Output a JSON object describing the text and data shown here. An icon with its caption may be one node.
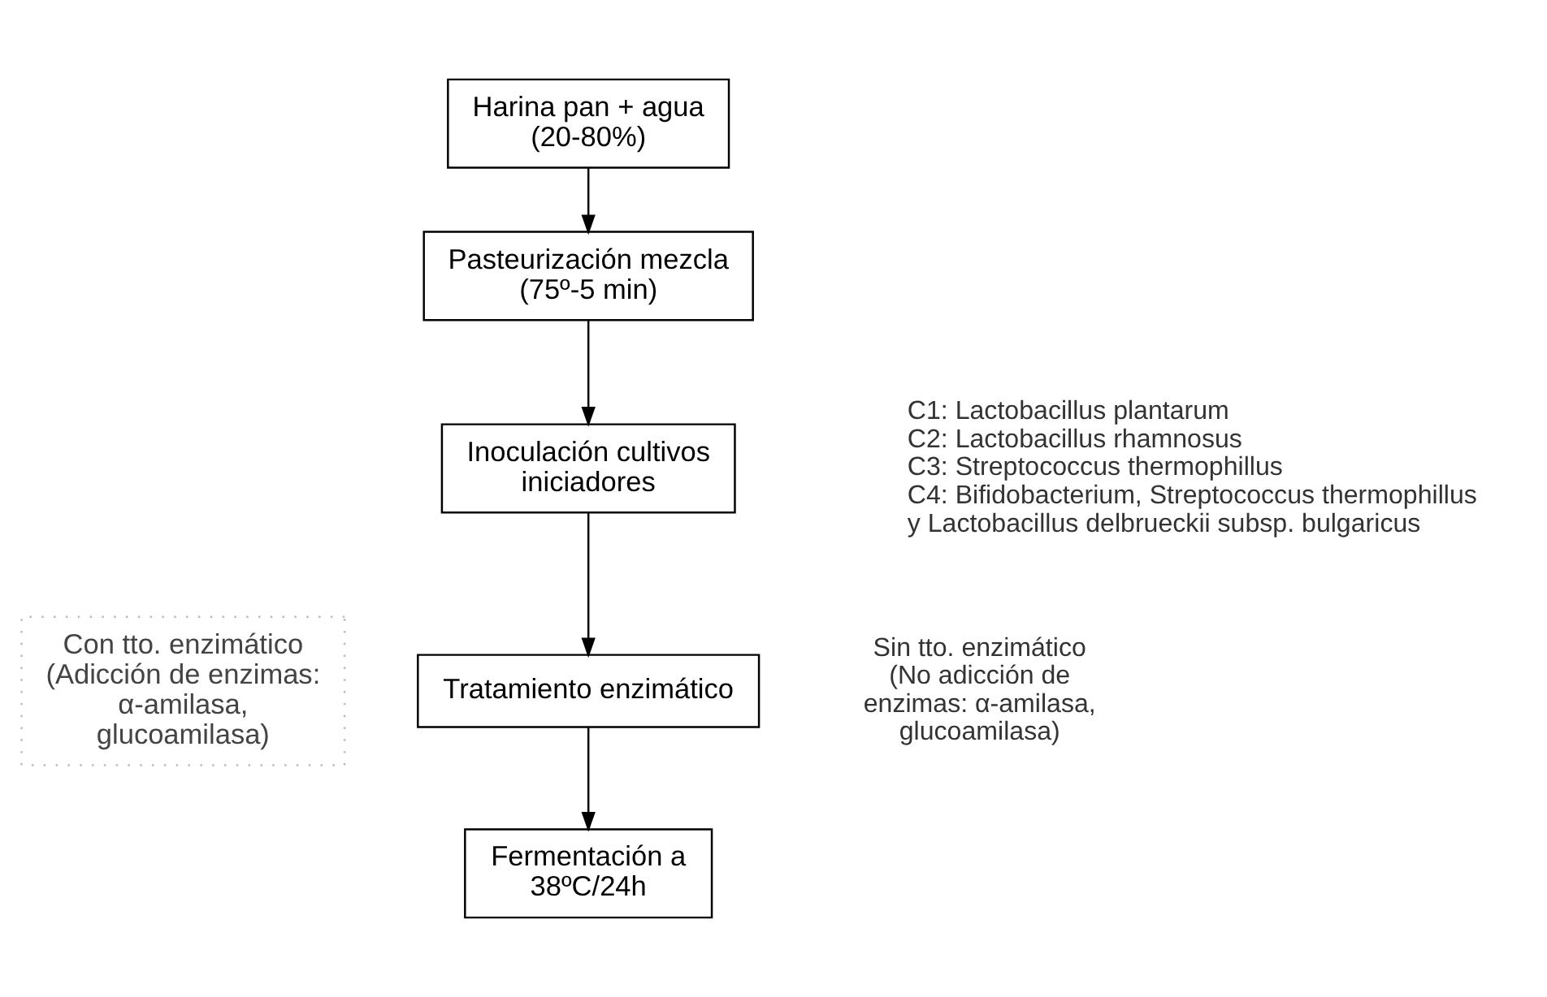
{
  "diagram": {
    "nodes": [
      {
        "text": [
          "Harina pan + agua (20-80%)"
        ]
      },
      {
        "text": [
          "Pasteurización mezcla (75º-5 min)"
        ]
      },
      {
        "text": [
          "Inoculación cultivos iniciadores"
        ],
        "beside": [
          "C1: Lactobacillus plantarum",
          "C2: Lactobacillus rhamnosus",
          "C3: Streptococcus thermophillus",
          "C4: Bifidobacterium, Streptococcus thermophillus",
          "y Lactobacillus delbrueckii subsp. bulgaricus"
        ]
      },
      {
        "text": [
          "Con tto. enzimático (Adicción de enzimas: α-amilasa, glucoamilasa)"
        ]
      },
      {
        "text": [
          "Tratamiento enzimático"
        ]
      },
      {
        "text": [
          "Fermentación a 38ºC/24h"
        ]
      }
    ],
    "edges": [
      {
        "from": 0,
        "to": 1,
        "arrow": "to"
      },
      {
        "from": 1,
        "to": 2,
        "arrow": "to"
      },
      {
        "from": 2,
        "to": 4,
        "arrow": "to"
      },
      {
        "from": 4,
        "to": 5,
        "arrow": "to"
      }
    ],
    "labels": [
      "Sin tto. enzimático (No adicción de enzimas: α-amilasa, glucoamilasa)"
    ]
  }
}
